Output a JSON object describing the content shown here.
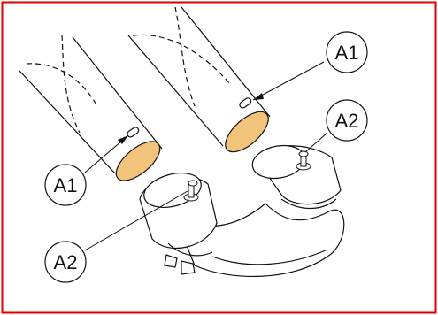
{
  "diagram": {
    "callouts": [
      {
        "id": "A1-top",
        "label": "A1"
      },
      {
        "id": "A2-right",
        "label": "A2"
      },
      {
        "id": "A1-left",
        "label": "A1"
      },
      {
        "id": "A2-left",
        "label": "A2"
      }
    ],
    "colors": {
      "border": "#e00000",
      "line": "#111111",
      "tube-opening": "#f2c37a",
      "background": "#ffffff"
    }
  }
}
